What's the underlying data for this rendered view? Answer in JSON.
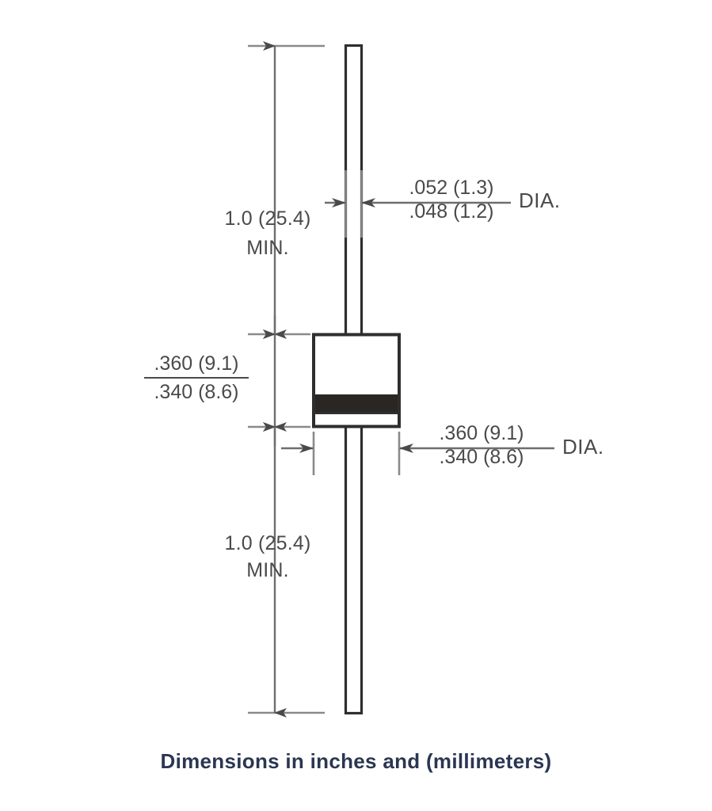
{
  "drawing": {
    "title_caption": "Dimensions in inches and (millimeters)",
    "lead_length": {
      "top_value": "1.0 (25.4)",
      "top_qualifier": "MIN.",
      "bottom_value": "1.0 (25.4)",
      "bottom_qualifier": "MIN."
    },
    "lead_diameter": {
      "max": ".052 (1.3)",
      "min": ".048 (1.2)",
      "label": "DIA."
    },
    "body_length": {
      "max": ".360 (9.1)",
      "min": ".340 (8.6)"
    },
    "body_diameter": {
      "max": ".360 (9.1)",
      "min": ".340 (8.6)",
      "label": "DIA."
    },
    "colors": {
      "line": "#3b3b3b",
      "dim_line": "#6e6e6e",
      "text": "#4a4a4a",
      "caption": "#2b3652",
      "band": "#2a2623",
      "background": "#ffffff"
    }
  }
}
